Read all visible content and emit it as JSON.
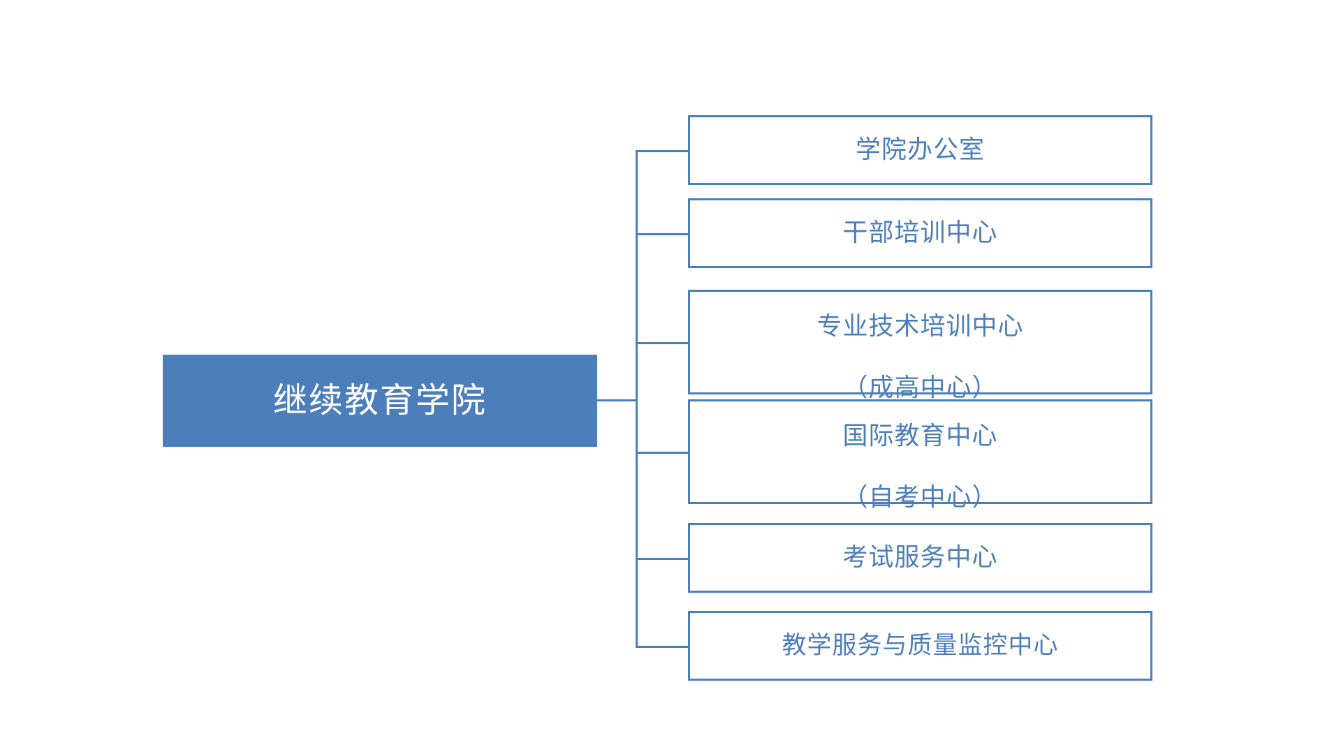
{
  "diagram": {
    "type": "organization-chart",
    "orientation": "horizontal-right",
    "colors": {
      "root_fill": "#4C7EBC",
      "root_text": "#FFFFFF",
      "node_border": "#4C7EBC",
      "node_fill": "#FFFFFF",
      "node_text": "#4C7EBC",
      "connector": "#4C7EBC",
      "background": "#FFFFFF"
    },
    "root": {
      "label": "继续教育学院"
    },
    "children": [
      {
        "label": "学院办公室",
        "line1": "学院办公室",
        "line2": ""
      },
      {
        "label": "干部培训中心",
        "line1": "干部培训中心",
        "line2": ""
      },
      {
        "label": "专业技术培训中心（成高中心）",
        "line1": "专业技术培训中心",
        "line2": "（成高中心）"
      },
      {
        "label": "国际教育中心（自考中心）",
        "line1": "国际教育中心",
        "line2": "（自考中心）"
      },
      {
        "label": "考试服务中心",
        "line1": "考试服务中心",
        "line2": ""
      },
      {
        "label": "教学服务与质量监控中心",
        "line1": "教学服务与质量监控中心",
        "line2": ""
      }
    ]
  }
}
